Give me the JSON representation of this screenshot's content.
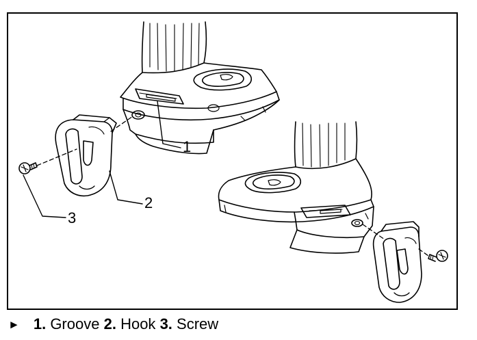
{
  "diagram": {
    "callouts": [
      {
        "number": "1"
      },
      {
        "number": "2"
      },
      {
        "number": "3"
      }
    ]
  },
  "caption": {
    "marker": "►",
    "items": [
      {
        "number": "1.",
        "text": "Groove"
      },
      {
        "number": "2.",
        "text": "Hook"
      },
      {
        "number": "3.",
        "text": "Screw"
      }
    ]
  }
}
